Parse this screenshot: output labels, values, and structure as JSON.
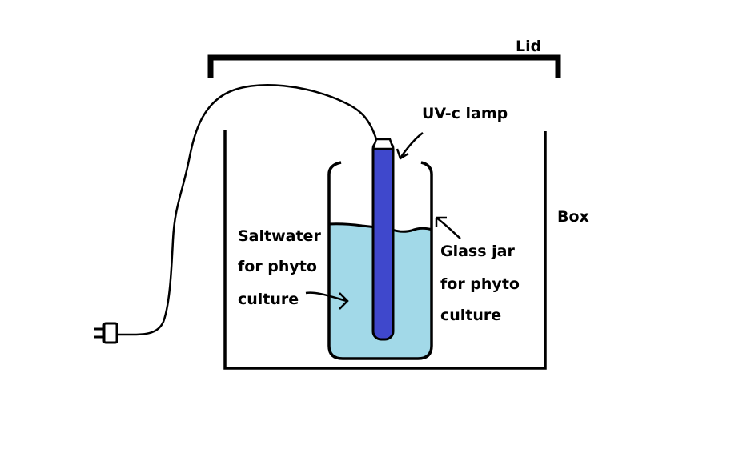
{
  "labels": {
    "lid": "Lid",
    "uv_lamp": "UV-c lamp",
    "box": "Box",
    "saltwater": [
      "Saltwater",
      "for phyto",
      "culture"
    ],
    "glass_jar": [
      "Glass jar",
      "for phyto",
      "culture"
    ]
  },
  "colors": {
    "line": "#000000",
    "water": "#a2d9e8",
    "lamp": "#3f48cc",
    "lamp_cap": "#ffffff",
    "background": "#ffffff"
  }
}
